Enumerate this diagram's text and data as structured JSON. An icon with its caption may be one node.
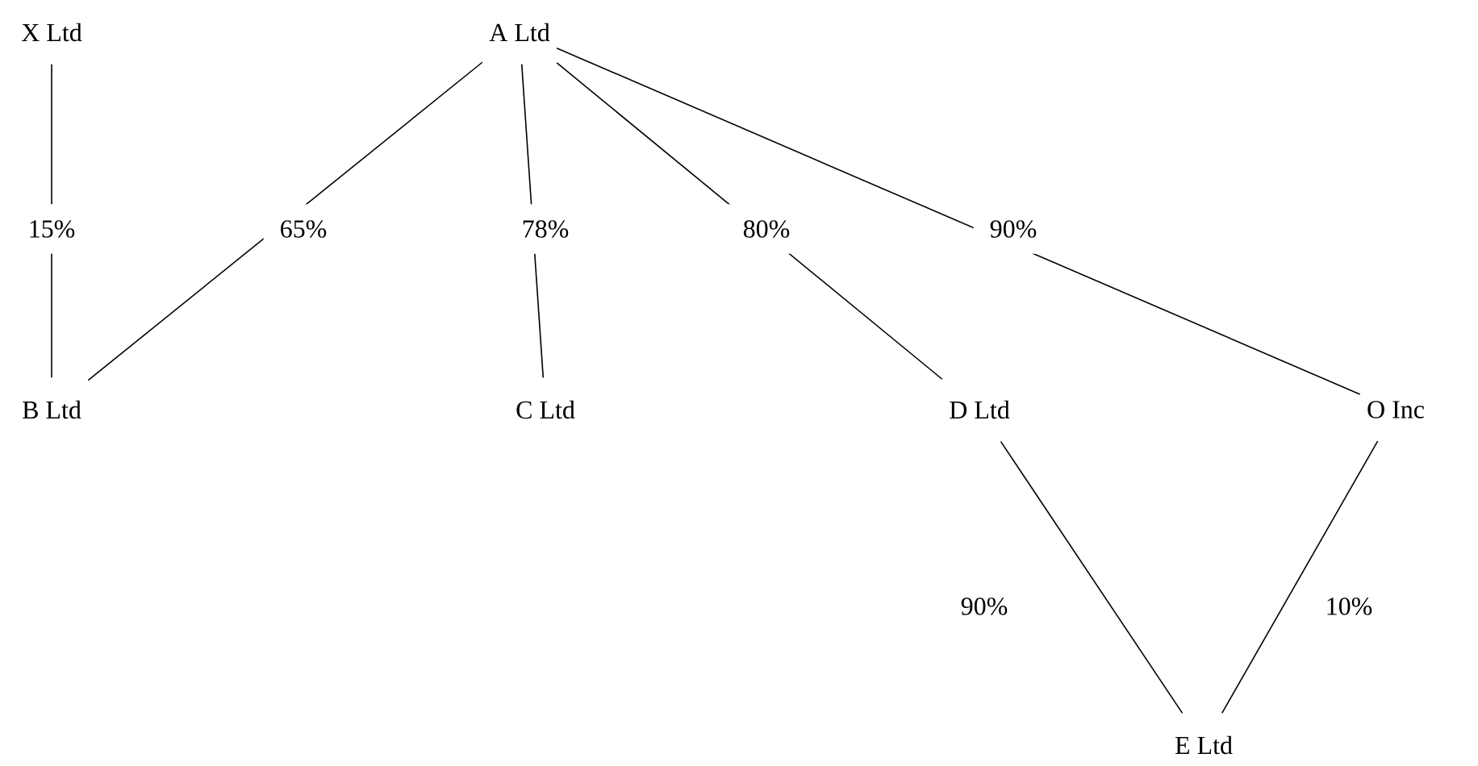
{
  "diagram": {
    "nodes": [
      {
        "text": [
          "X Ltd"
        ]
      },
      {
        "text": [
          "A Ltd"
        ]
      },
      {
        "text": [
          "B Ltd"
        ]
      },
      {
        "text": [
          "C Ltd"
        ]
      },
      {
        "text": [
          "D Ltd"
        ]
      },
      {
        "text": [
          "O Inc"
        ]
      },
      {
        "text": [
          "E Ltd"
        ]
      }
    ],
    "edges": [
      {
        "from": 0,
        "to": 2,
        "arrow": "none",
        "label": "15%"
      },
      {
        "from": 1,
        "to": 2,
        "arrow": "none",
        "label": "65%"
      },
      {
        "from": 1,
        "to": 3,
        "arrow": "none",
        "label": "78%"
      },
      {
        "from": 1,
        "to": 4,
        "arrow": "none",
        "label": "80%"
      },
      {
        "from": 1,
        "to": 5,
        "arrow": "none",
        "label": "90%"
      },
      {
        "from": 4,
        "to": 6,
        "arrow": "none",
        "label": "90%"
      },
      {
        "from": 5,
        "to": 6,
        "arrow": "none",
        "label": "10%"
      }
    ]
  }
}
